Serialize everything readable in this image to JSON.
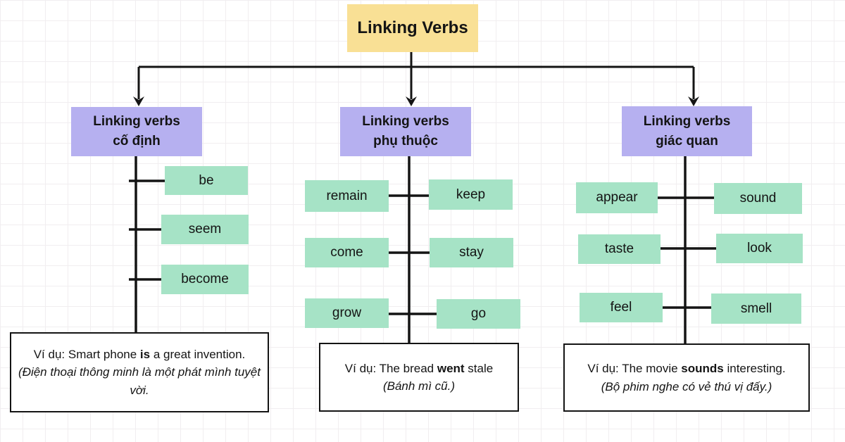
{
  "title": "Linking Verbs",
  "colors": {
    "title_bg": "#f9e095",
    "group_bg": "#b6b0f0",
    "verb_bg": "#a6e3c6",
    "line": "#141414",
    "grid": "#f1eef0",
    "text": "#141414"
  },
  "groups": [
    {
      "header_line1": "Linking verbs",
      "header_line2": "cố định",
      "verbs": [
        "be",
        "seem",
        "become"
      ],
      "example": {
        "prefix": "Ví dụ: Smart phone ",
        "bold": "is",
        "suffix": " a great invention.",
        "vi": "(Điện thoại thông minh là một phát mình tuyệt vời."
      }
    },
    {
      "header_line1": "Linking verbs",
      "header_line2": "phụ thuộc",
      "verbs": [
        "remain",
        "keep",
        "come",
        "stay",
        "grow",
        "go"
      ],
      "example": {
        "prefix": "Ví dụ: The bread ",
        "bold": "went",
        "suffix": " stale",
        "vi": "(Bánh mì cũ.)"
      }
    },
    {
      "header_line1": "Linking verbs",
      "header_line2": "giác quan",
      "verbs": [
        "appear",
        "sound",
        "taste",
        "look",
        "feel",
        "smell"
      ],
      "example": {
        "prefix": "Ví dụ: The movie ",
        "bold": "sounds",
        "suffix": " interesting.",
        "vi": "(Bộ phim nghe có vẻ thú vị đấy.)"
      }
    }
  ]
}
